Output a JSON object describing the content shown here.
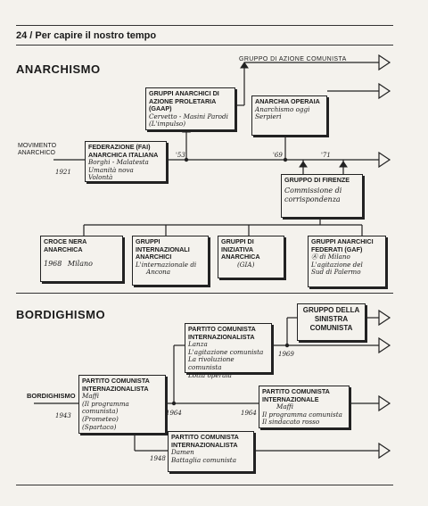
{
  "header": {
    "page_label": "24 / Per capire il nostro tempo"
  },
  "sections": {
    "anarchism": "ANARCHISMO",
    "bordighism": "BORDIGHISMO"
  },
  "anarchism": {
    "movement": "MOVIMENTO ANARCHICO",
    "year_1921": "1921",
    "fai": {
      "title": "FEDERAZIONE (FAI) ANARCHICA ITALIANA",
      "people": "Borghi - Malatesta",
      "notes": [
        "Umanità nova",
        "Volontà"
      ]
    },
    "gaap": {
      "title": "GRUPPI ANARCHICI DI AZIONE PROLETARIA (GAAP)",
      "people": "Cervetto - Masini Parodi",
      "notes": [
        "(L'impulso)"
      ]
    },
    "anarchia_operaia": {
      "title": "ANARCHIA OPERAIA",
      "notes": [
        "Anarchismo oggi",
        "Serpieri"
      ]
    },
    "azione_comunista": "GRUPPO DI AZIONE COMUNISTA",
    "year_53": "'53",
    "year_69": "'69",
    "year_71": "'71",
    "firenze": {
      "title": "GRUPPO DI FIRENZE",
      "notes": [
        "Commissione di corrispondenza"
      ]
    },
    "croce_nera": {
      "title": "CROCE NERA ANARCHICA",
      "year": "1968",
      "city": "Milano"
    },
    "gia_int": {
      "title": "GRUPPI INTERNAZIONALI ANARCHICI",
      "notes": [
        "L'internazionale di",
        "Ancona"
      ]
    },
    "gia": {
      "title": "GRUPPI DI INIZIATIVA ANARCHICA",
      "code": "(GIA)"
    },
    "gaf": {
      "title": "GRUPPI ANARCHICI FEDERATI (GAF)",
      "notes": [
        "Ⓐ di Milano",
        "L'agitazione del",
        "Sud di Palermo"
      ]
    }
  },
  "bordighism": {
    "label": "BORDIGHISMO",
    "year_1943": "1943",
    "year_1964a": "1964",
    "year_1964b": "1964",
    "year_1948": "1948",
    "year_1969": "1969",
    "pci_main": {
      "title": "PARTITO COMUNISTA INTERNAZIONALISTA",
      "people": "Maffi",
      "notes": [
        "(Il programma comunista)",
        "(Prometeo)",
        "(Spartaco)"
      ]
    },
    "pci_lanza": {
      "title": "PARTITO COMUNISTA INTERNAZIONALISTA",
      "people": "Lanza",
      "notes": [
        "L'agitazione comunista",
        "La rivoluzione comunista",
        "Lotta operaia"
      ]
    },
    "sinistra": {
      "title": "GRUPPO DELLA SINISTRA COMUNISTA"
    },
    "pci_internaz": {
      "title": "PARTITO COMUNISTA INTERNAZIONALE",
      "people": "Maffi",
      "notes": [
        "Il programma comunista",
        "Il sindacato rosso"
      ]
    },
    "pci_damen": {
      "title": "PARTITO COMUNISTA INTERNAZIONALISTA",
      "people": "Damen",
      "notes": [
        "Battaglia comunista"
      ]
    }
  }
}
